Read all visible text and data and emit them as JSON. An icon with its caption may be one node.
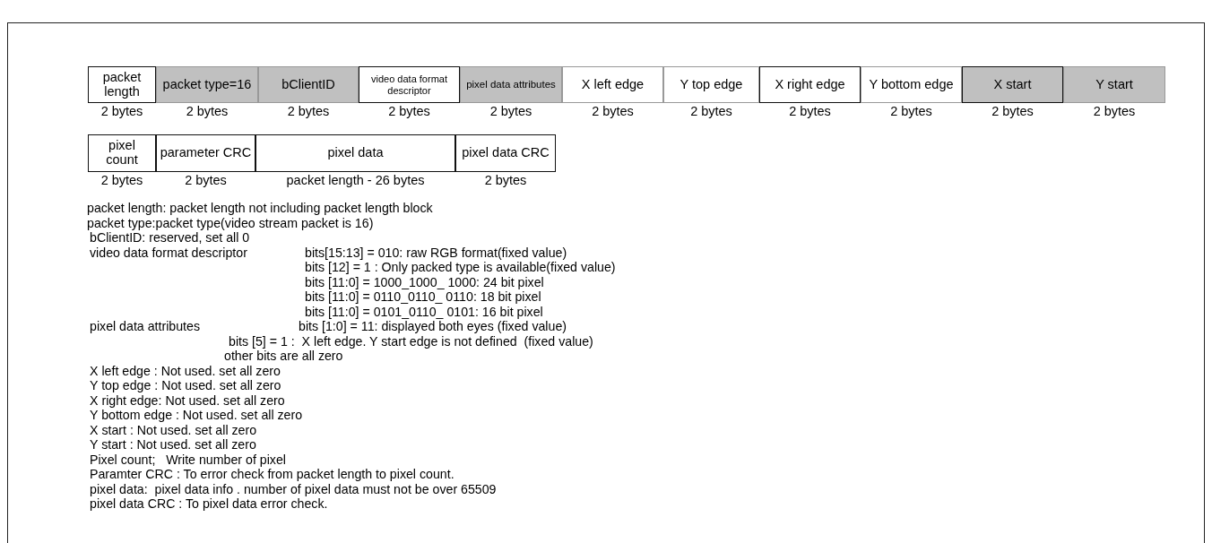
{
  "diagram": {
    "nodes": [
      {
        "text": [
          "packet length"
        ],
        "beside": [
          "2 bytes"
        ]
      },
      {
        "text": [
          "packet type=16"
        ],
        "beside": [
          "2 bytes"
        ]
      },
      {
        "text": [
          "bClientID"
        ],
        "beside": [
          "2 bytes"
        ]
      },
      {
        "text": [
          "video data format descriptor"
        ],
        "beside": [
          "2 bytes"
        ]
      },
      {
        "text": [
          "pixel data attributes"
        ],
        "beside": [
          "2 bytes"
        ]
      },
      {
        "text": [
          "X left edge"
        ],
        "beside": [
          "2 bytes"
        ]
      },
      {
        "text": [
          "Y top edge"
        ],
        "beside": [
          "2 bytes"
        ]
      },
      {
        "text": [
          "X right edge"
        ],
        "beside": [
          "2 bytes"
        ]
      },
      {
        "text": [
          "Y bottom edge"
        ],
        "beside": [
          "2 bytes"
        ]
      },
      {
        "text": [
          "X start"
        ],
        "beside": [
          "2 bytes"
        ]
      },
      {
        "text": [
          "Y start"
        ],
        "beside": [
          "2 bytes"
        ]
      },
      {
        "text": [
          "pixel count"
        ],
        "beside": [
          "2 bytes"
        ]
      },
      {
        "text": [
          "parameter CRC"
        ],
        "beside": [
          "2 bytes"
        ]
      },
      {
        "text": [
          "pixel data"
        ],
        "beside": [
          "packet length - 26 bytes"
        ]
      },
      {
        "text": [
          "pixel data CRC"
        ],
        "beside": [
          "2 bytes"
        ]
      }
    ],
    "labels": [
      "packet length: packet length not including packet length block",
      "packet type:packet type(video stream packet is 16)",
      "bClientID: reserved, set all 0",
      "video data format descriptor",
      "bits[15:13] = 010: raw RGB format(fixed value)",
      "bits [12] = 1 : Only packed type is available(fixed value)",
      "bits [11:0] = 1000_1000_ 1000: 24 bit pixel",
      "bits [11:0] = 0110_0110_ 0110: 18 bit pixel",
      "bits [11:0] = 0101_0110_ 0101: 16 bit pixel",
      "pixel data attributes",
      "bits [1:0] = 11: displayed both eyes (fixed value)",
      "bits [5] = 1 :  X left edge. Y start edge is not defined  (fixed value)",
      "other bits are all zero",
      "X left edge : Not used. set all zero",
      "Y top edge : Not used. set all zero",
      "X right edge: Not used. set all zero",
      "Y bottom edge : Not used. set all zero",
      "X start : Not used. set all zero",
      "Y start : Not used. set all zero",
      "Pixel count;   Write number of pixel",
      "Paramter CRC : To error check from packet length to pixel count.",
      "pixel data:  pixel data info . number of pixel data must not be over 65509",
      "pixel data CRC : To pixel data error check."
    ]
  }
}
